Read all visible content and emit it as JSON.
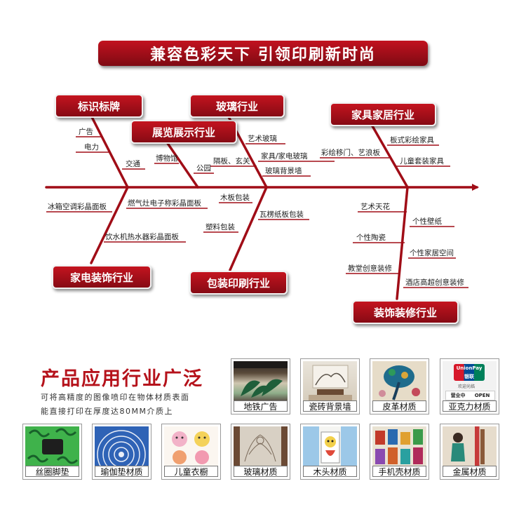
{
  "banner": "兼容色彩天下  引领印刷新时尚",
  "categories": {
    "signage": "标识标牌",
    "exhibit": "展览展示行业",
    "glass": "玻璃行业",
    "furniture": "家具家居行业",
    "appliance": "家电装饰行业",
    "packaging": "包装印刷行业",
    "decoration": "装饰装修行业"
  },
  "items": {
    "ad": "广告",
    "power": "电力",
    "traffic": "交通",
    "museum": "博物馆",
    "partition": "隔板、玄关",
    "park": "公园",
    "art_glass": "艺术玻璃",
    "home_glass": "家具/家电玻璃",
    "glass_wall": "玻璃背景墙",
    "sliding": "彩绘移门、艺浪板",
    "plate_furniture": "板式彩绘家具",
    "kids_furniture": "儿童套装家具",
    "fridge": "冰箱空调彩晶面板",
    "gas_stove": "燃气灶电子称彩晶面板",
    "water": "饮水机热水器彩晶面板",
    "wood_pack": "木板包装",
    "corrugated": "瓦楞纸板包装",
    "plastic_pack": "塑料包装",
    "art_ceiling": "艺术天花",
    "wallpaper": "个性壁纸",
    "ceramic": "个性陶瓷",
    "home_space": "个性家居空间",
    "church": "教堂创意装修",
    "hotel": "酒店高超创意装修"
  },
  "section": {
    "title": "产品应用行业广泛",
    "sub1": "可将高精度的图像喷印在物体材质表面",
    "sub2": "能直接打印在厚度达80MM介质上"
  },
  "tiles_top": [
    "地铁广告",
    "瓷砖背景墙",
    "皮革材质",
    "亚克力材质"
  ],
  "tiles_bottom": [
    "丝圈脚垫",
    "瑜伽垫材质",
    "儿童衣橱",
    "玻璃材质",
    "木头材质",
    "手机壳材质",
    "金属材质"
  ],
  "logo_text": {
    "unionpay": "UnionPay",
    "unionpay_cn": "银联",
    "welcome": "欢迎光临",
    "open_cn": "营业中",
    "open": "OPEN"
  },
  "colors": {
    "accent": "#b5121b",
    "spine": "#a00d17"
  }
}
